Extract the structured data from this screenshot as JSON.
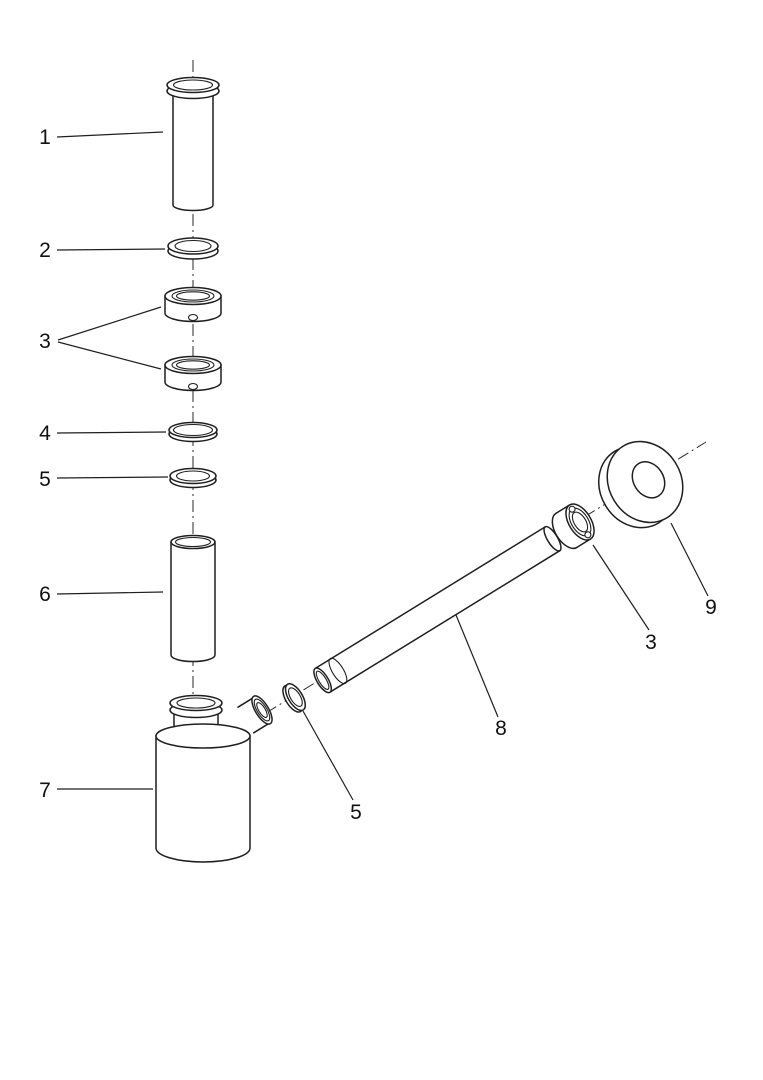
{
  "figure": {
    "background": "#ffffff",
    "line_color": "#1f1f1f"
  },
  "callouts": [
    {
      "label": "1"
    },
    {
      "label": "2"
    },
    {
      "label": "3"
    },
    {
      "label": "4"
    },
    {
      "label": "5"
    },
    {
      "label": "6"
    },
    {
      "label": "7"
    },
    {
      "label": "8"
    },
    {
      "label": "5"
    },
    {
      "label": "3"
    },
    {
      "label": "9"
    }
  ]
}
